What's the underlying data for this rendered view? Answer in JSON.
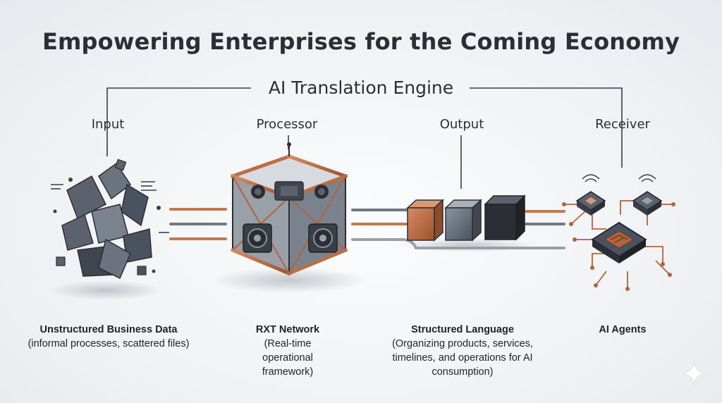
{
  "title": "Empowering Enterprises for the Coming Economy",
  "engine": {
    "label": "AI Translation Engine"
  },
  "stages": [
    {
      "label": "Input",
      "caption_title": "Unstructured Business Data",
      "caption_sub": "(informal processes, scattered files)"
    },
    {
      "label": "Processor",
      "caption_title": "RXT Network",
      "caption_sub": "(Real-time operational framework)"
    },
    {
      "label": "Output",
      "caption_title": "Structured Language",
      "caption_sub": "(Organizing products, services, timelines, and operations for AI consumption)"
    },
    {
      "label": "Receiver",
      "caption_title": "AI Agents",
      "caption_sub": ""
    }
  ],
  "colors": {
    "copper": "#b0643c",
    "slate": "#4a5260",
    "dark": "#2b2f35",
    "line": "#3a3f46"
  },
  "icons": [
    "data-fragments-icon",
    "processor-cube-icon",
    "structured-blocks-icon",
    "ai-chip-icon",
    "sparkle-icon"
  ]
}
